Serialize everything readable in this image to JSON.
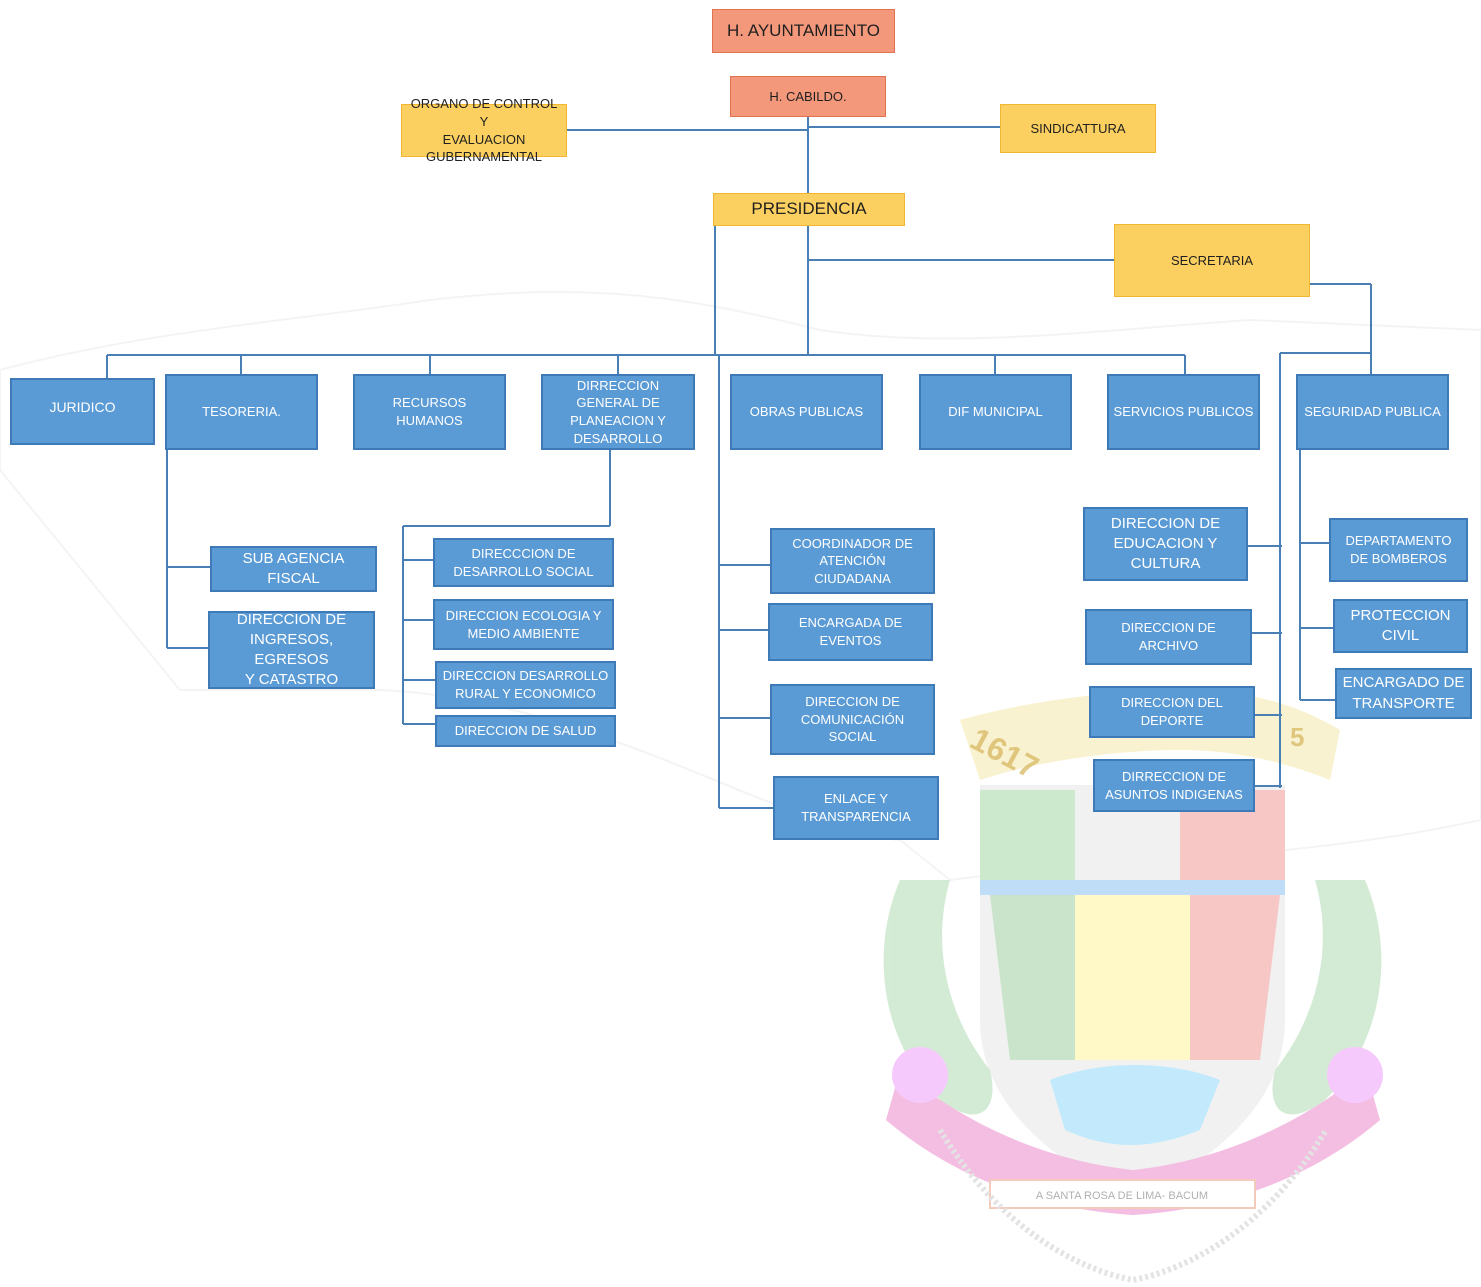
{
  "top": {
    "ayuntamiento": "H. AYUNTAMIENTO",
    "cabildo": "H. CABILDO.",
    "organo": "ORGANO DE CONTROL Y\nEVALUACION\nGUBERNAMENTAL",
    "sindicatura": "SINDICATTURA",
    "presidencia": "PRESIDENCIA",
    "secretaria": "SECRETARIA"
  },
  "departments": {
    "juridico": "JURIDICO",
    "tesoreria": "TESORERIA.",
    "recursos_humanos": "RECURSOS HUMANOS",
    "planeacion": "DIRRECCION GENERAL DE\nPLANEACION Y\nDESARROLLO",
    "obras_publicas": "OBRAS PUBLICAS",
    "dif": "DIF MUNICIPAL",
    "servicios_publicos": "SERVICIOS PUBLICOS",
    "seguridad_publica": "SEGURIDAD PUBLICA"
  },
  "tesoreria_children": {
    "sub_agencia": "SUB AGENCIA FISCAL",
    "ingresos": "DIRECCION DE\nINGRESOS, EGRESOS\nY CATASTRO"
  },
  "planeacion_children": {
    "desarrollo_social": "DIRECCCION DE\nDESARROLLO SOCIAL",
    "ecologia": "DIRECCION ECOLOGIA Y\nMEDIO AMBIENTE",
    "rural": "DIRECCION DESARROLLO\nRURAL Y ECONOMICO",
    "salud": "DIRECCION DE SALUD"
  },
  "presidencia_children": {
    "atencion": "COORDINADOR DE\nATENCIÓN\nCIUDADANA",
    "eventos": "ENCARGADA DE\nEVENTOS",
    "comunicacion": "DIRECCION DE\nCOMUNICACIÓN\nSOCIAL",
    "enlace": "ENLACE Y\nTRANSPARENCIA"
  },
  "secretaria_children": {
    "educacion": "DIRECCION DE\nEDUCACION Y\nCULTURA",
    "archivo": "DIRECCION DE\nARCHIVO",
    "deporte": "DIRECCION DEL\nDEPORTE",
    "indigenas": "DIRRECCION DE\nASUNTOS INDIGENAS"
  },
  "seguridad_children": {
    "bomberos": "DEPARTAMENTO\nDE BOMBEROS",
    "proteccion": "PROTECCION\nCIVIL",
    "transporte": "ENCARGADO DE\nTRANSPORTE"
  },
  "watermark": {
    "year_left": "1617",
    "year_right": "5",
    "ribbon": "A SANTA ROSA DE LIMA- BACUM"
  },
  "colors": {
    "salmon": "#f4987c",
    "gold": "#fcd060",
    "blue": "#5b9bd5",
    "line": "#4a7fb5"
  }
}
